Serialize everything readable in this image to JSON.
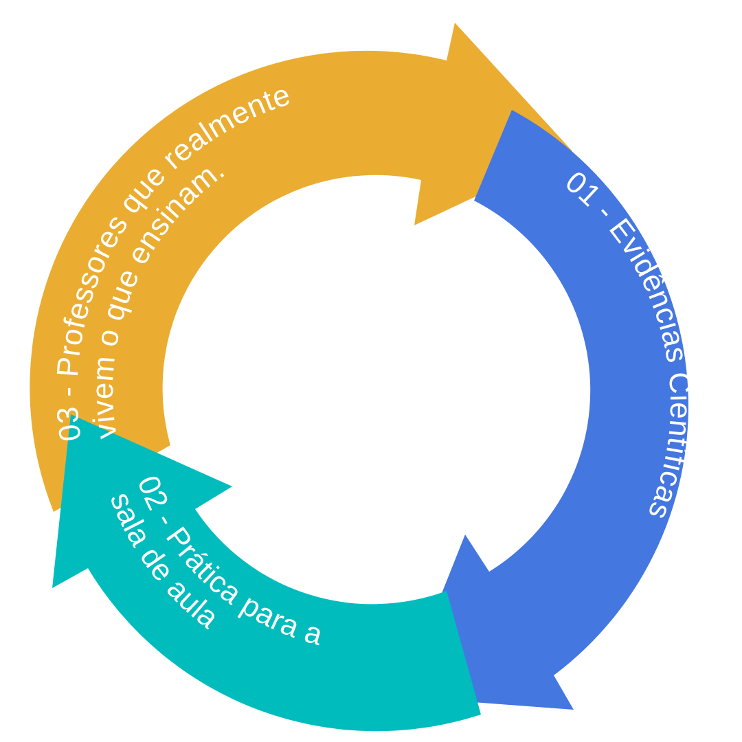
{
  "diagram": {
    "type": "cycle",
    "colors": {
      "step1": "#4477E0",
      "step2": "#00BCBD",
      "step3": "#EAAD31",
      "text": "#FFFFFF",
      "background": "#FFFFFF"
    },
    "steps": [
      {
        "id": "01",
        "lines": [
          "01 - Evidências Científicas"
        ]
      },
      {
        "id": "02",
        "lines": [
          "02 - Prática para a",
          "sala de aula"
        ]
      },
      {
        "id": "03",
        "lines": [
          "03 - Professores que realmente",
          "vivem o que ensinam."
        ]
      }
    ]
  }
}
